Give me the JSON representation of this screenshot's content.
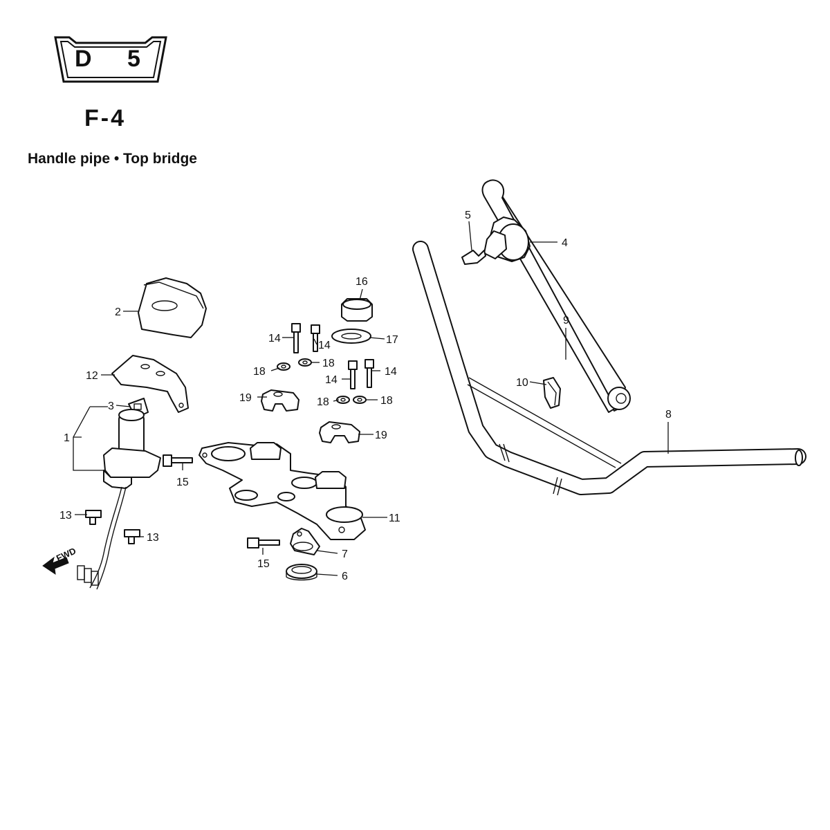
{
  "header": {
    "badge_left": "D",
    "badge_right": "5",
    "section_code": "F-4",
    "title": "Handle pipe • Top bridge"
  },
  "direction_marker": {
    "label": "FWD"
  },
  "parts": [
    {
      "ref": "1"
    },
    {
      "ref": "2"
    },
    {
      "ref": "3"
    },
    {
      "ref": "4"
    },
    {
      "ref": "5"
    },
    {
      "ref": "6"
    },
    {
      "ref": "7"
    },
    {
      "ref": "8"
    },
    {
      "ref": "9"
    },
    {
      "ref": "10"
    },
    {
      "ref": "11"
    },
    {
      "ref": "12"
    },
    {
      "ref": "13"
    },
    {
      "ref": "14"
    },
    {
      "ref": "15"
    },
    {
      "ref": "16"
    },
    {
      "ref": "17"
    },
    {
      "ref": "18"
    },
    {
      "ref": "19"
    }
  ]
}
